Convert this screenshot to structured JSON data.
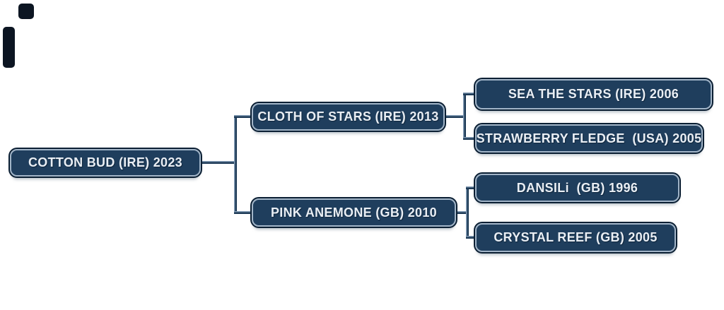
{
  "diagram": {
    "kind": "pedigree-tree",
    "tree": {
      "root": {
        "label": "COTTON BUD (IRE) 2023",
        "children": [
          {
            "label": "CLOTH OF STARS (IRE) 2013",
            "children": [
              {
                "label": "SEA THE STARS (IRE) 2006"
              },
              {
                "label": "STRAWBERRY FLEDGE  (USA) 2005"
              }
            ]
          },
          {
            "label": "PINK ANEMONE (GB) 2010",
            "children": [
              {
                "label": "DANSILi  (GB) 1996"
              },
              {
                "label": "CRYSTAL REEF (GB) 2005"
              }
            ]
          }
        ]
      }
    },
    "colors": {
      "background": "#ffffff",
      "node_fill": "#1f3e5d",
      "node_border_light": "#a2b5c8",
      "node_outline_dark": "#0b1f33",
      "node_text": "#e9eef4",
      "connector_dark": "#1d3a56",
      "connector_highlight": "#8099b3",
      "deco_block": "#0c1522"
    }
  }
}
